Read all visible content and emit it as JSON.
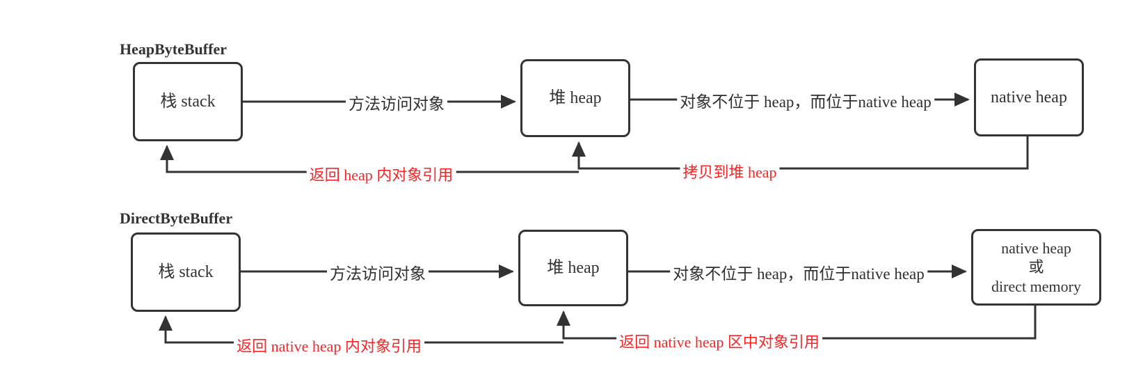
{
  "colors": {
    "line": "#333333",
    "box_border": "#333333",
    "red_label": "#f92525",
    "background": "#ffffff"
  },
  "diagrams": [
    {
      "title": "HeapByteBuffer",
      "stack_box": "栈 stack",
      "heap_box": "堆 heap",
      "native_box_lines": [
        "native heap"
      ],
      "edge_method_access": "方法访问对象",
      "edge_not_in_heap": "对象不位于 heap，而位于native heap",
      "edge_return_ref": "返回 heap 内对象引用",
      "edge_copy_back": "拷贝到堆 heap"
    },
    {
      "title": "DirectByteBuffer",
      "stack_box": "栈 stack",
      "heap_box": "堆 heap",
      "native_box_lines": [
        "native heap",
        "或",
        "direct memory"
      ],
      "edge_method_access": "方法访问对象",
      "edge_not_in_heap": "对象不位于 heap，而位于native heap",
      "edge_return_ref": "返回 native heap 内对象引用",
      "edge_copy_back": "返回 native heap 区中对象引用"
    }
  ]
}
